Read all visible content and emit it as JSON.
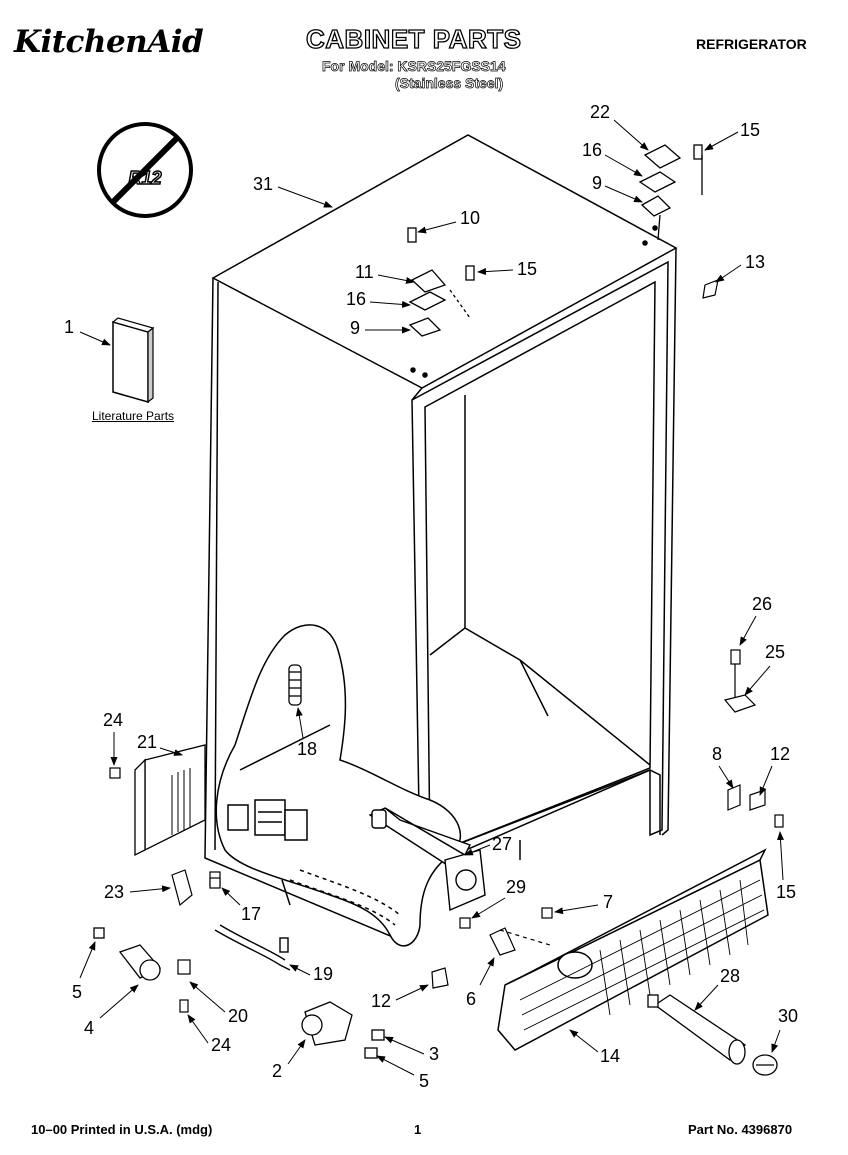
{
  "header": {
    "brand": "KitchenAid",
    "title": "CABINET PARTS",
    "model_line": "For Model: KSRS25FGSS14",
    "finish_line": "(Stainless Steel)",
    "category": "REFRIGERATOR"
  },
  "badge": {
    "text": "R12",
    "icon": "no-r12-symbol"
  },
  "literature_label": "Literature Parts",
  "callouts": {
    "c31": "31",
    "c22": "22",
    "c15a": "15",
    "c16a": "16",
    "c9a": "9",
    "c10": "10",
    "c11": "11",
    "c15b": "15",
    "c16b": "16",
    "c9b": "9",
    "c13": "13",
    "c1": "1",
    "c26": "26",
    "c25": "25",
    "c24a": "24",
    "c21": "21",
    "c18": "18",
    "c8": "8",
    "c12a": "12",
    "c27": "27",
    "c15c": "15",
    "c23": "23",
    "c17": "17",
    "c29": "29",
    "c7": "7",
    "c5a": "5",
    "c19": "19",
    "c12b": "12",
    "c6": "6",
    "c28": "28",
    "c4": "4",
    "c20": "20",
    "c30": "30",
    "c24b": "24",
    "c3": "3",
    "c14": "14",
    "c2": "2",
    "c5b": "5"
  },
  "footer": {
    "left": "10–00 Printed in U.S.A. (mdg)",
    "page": "1",
    "part_no": "Part No. 4396870"
  }
}
